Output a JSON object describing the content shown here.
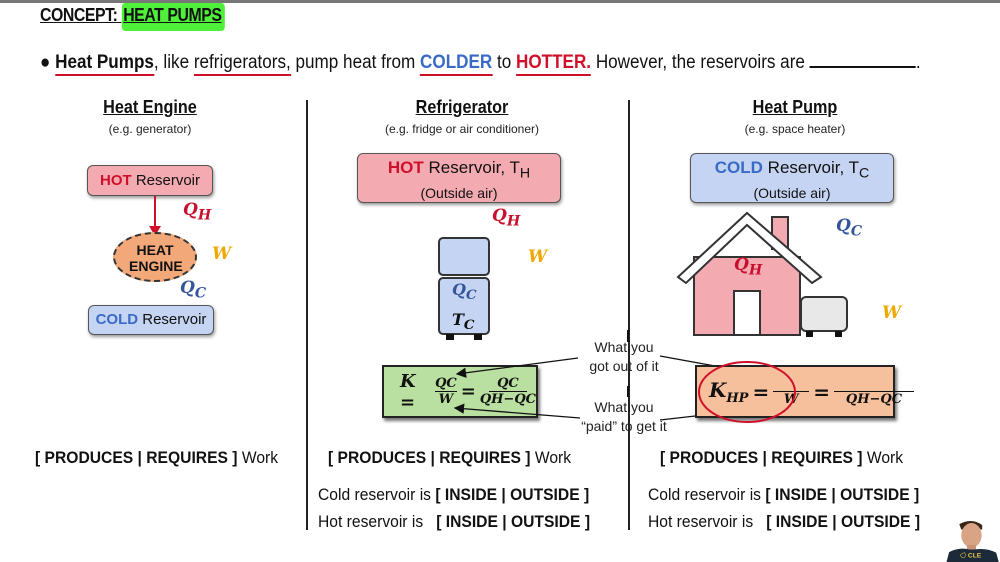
{
  "title": {
    "prefix": "CONCEPT:",
    "highlight": "HEAT PUMPS"
  },
  "bullet": {
    "p1": "Heat Pumps",
    "p2": ", like ",
    "p3": "refrigerators,",
    "p4": " pump heat from ",
    "colder": "COLDER",
    "p5": " to ",
    "hotter": "HOTTER.",
    "p6": " However, the reservoirs are ",
    "p7": "."
  },
  "columns": [
    {
      "heading": "Heat Engine",
      "sub": "(e.g. generator)",
      "hot_word": "HOT",
      "hot_rest": " Reservoir",
      "engine": "HEAT ENGINE",
      "cold_word": "COLD",
      "cold_rest": " Reservoir",
      "qh": "Q",
      "qh_sub": "H",
      "w": "W",
      "qc": "Q",
      "qc_sub": "C",
      "work": "[ PRODUCES | REQUIRES ]",
      "work_suffix": " Work"
    },
    {
      "heading": "Refrigerator",
      "sub": "(e.g. fridge or air conditioner)",
      "res_word": "HOT",
      "res_rest": " Reservoir, T",
      "res_sub": "H",
      "res_note": "(Outside air)",
      "qh": "Q",
      "qh_sub": "H",
      "w": "W",
      "fridge_qc": "Q",
      "fridge_qc_sub": "C",
      "fridge_tc": "T",
      "fridge_tc_sub": "C",
      "formula": {
        "k": "K =",
        "num1": "QC",
        "den1": "W",
        "num2": "QC",
        "den2": "QH−QC"
      },
      "work": "[ PRODUCES | REQUIRES ]",
      "work_suffix": " Work",
      "cold_label": "Cold reservoir is",
      "hot_label": "Hot reservoir is",
      "choice": "[ INSIDE | OUTSIDE ]"
    },
    {
      "heading": "Heat Pump",
      "sub": "(e.g. space heater)",
      "res_word": "COLD",
      "res_rest": " Reservoir, T",
      "res_sub": "C",
      "res_note": "(Outside air)",
      "qc": "Q",
      "qc_sub": "C",
      "house_qh": "Q",
      "house_qh_sub": "H",
      "w": "W",
      "formula": {
        "k": "K",
        "k_sub": "HP",
        "eq": "=",
        "den1": "W",
        "den2": "QH−QC"
      },
      "work": "[ PRODUCES | REQUIRES ]",
      "work_suffix": " Work",
      "cold_label": "Cold reservoir is",
      "hot_label": "Hot reservoir is",
      "choice": "[ INSIDE | OUTSIDE ]"
    }
  ],
  "annotations": {
    "got1": "What you",
    "got2": "got out of it",
    "paid1": "What you",
    "paid2": "“paid” to get it"
  },
  "presenter_shirt": "CLE",
  "colors": {
    "hot": "#f3aab0",
    "cold": "#c4d4f2",
    "green": "#b9e0a0",
    "orange": "#f7c09c",
    "highlight": "#4ef03a",
    "red": "#d0102a",
    "blue": "#3a6ac8"
  }
}
